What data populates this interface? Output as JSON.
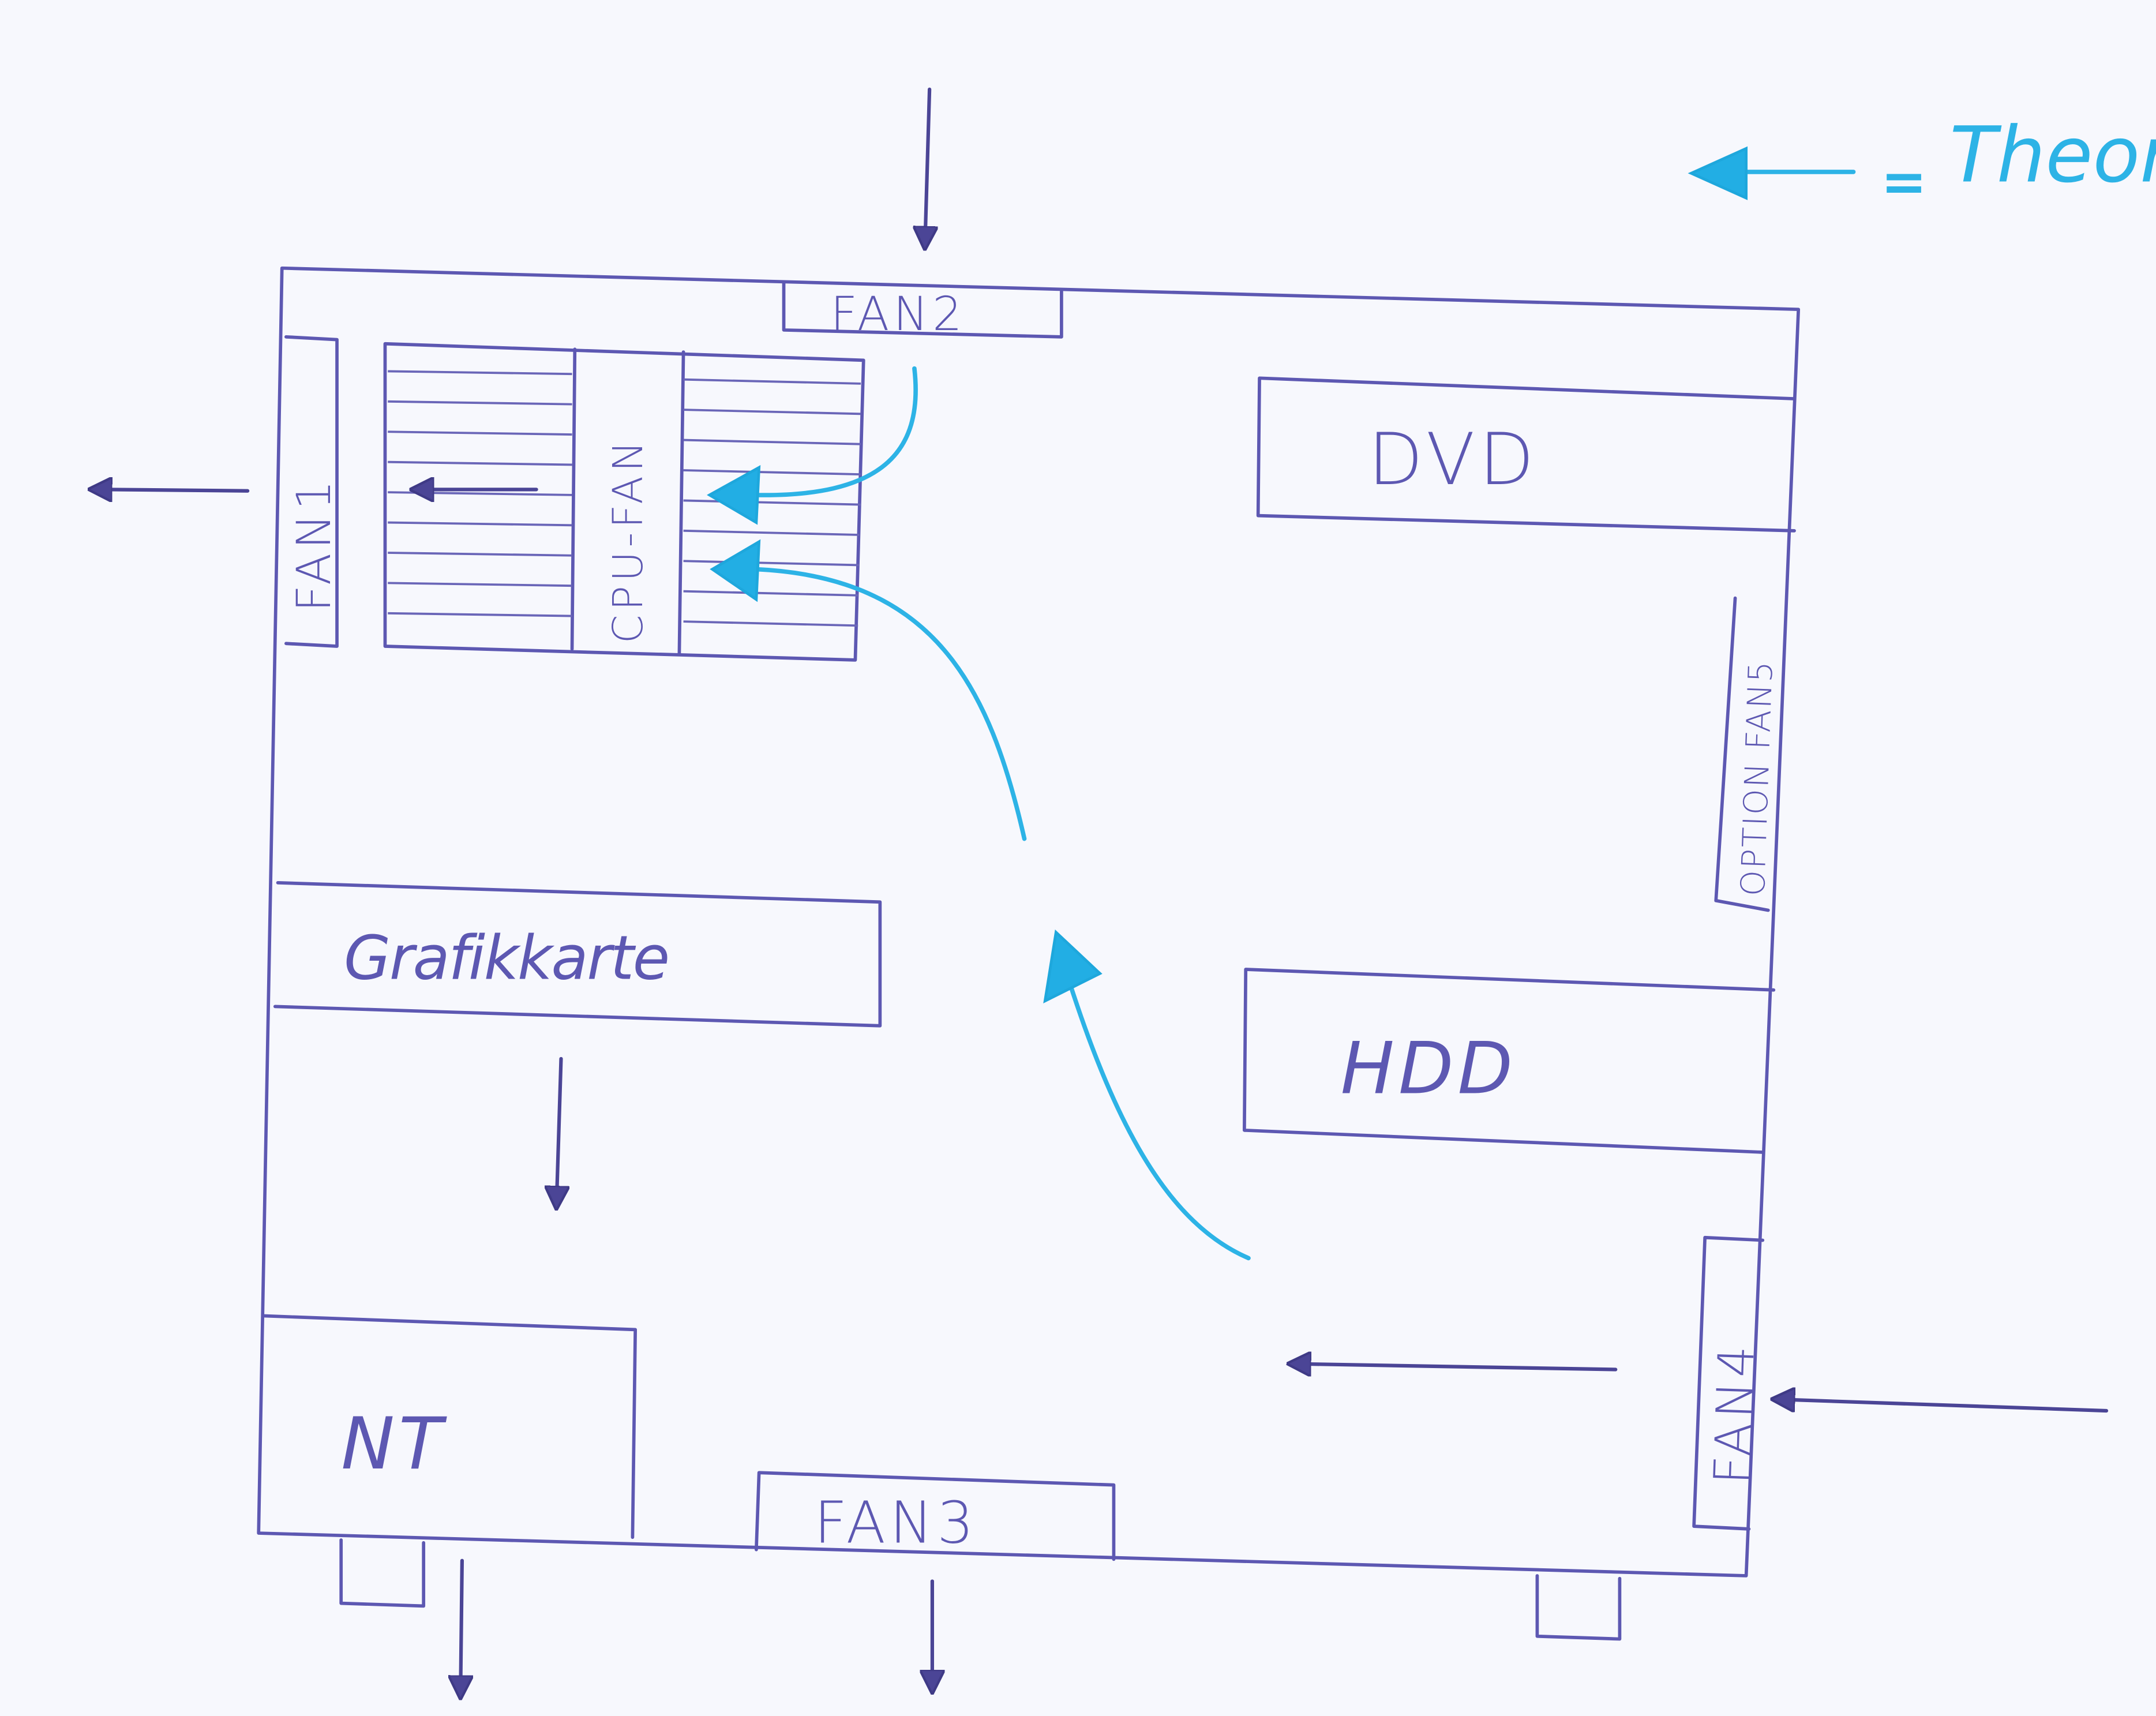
{
  "diagram": {
    "labels": {
      "fan1": "FAN1",
      "fan2": "FAN2",
      "fan3": "FAN3",
      "fan4": "FAN4",
      "option_fan5": "OPTION FAN5",
      "cpu_fan": "CPU-FAN",
      "dvd": "DVD",
      "hdd": "HDD",
      "graphics_card": "Grafikkarte",
      "psu": "NT"
    },
    "legend": {
      "equals": "=",
      "text": "Theorie"
    },
    "colors": {
      "pen": "#5d58b2",
      "theory_arrow": "#2db3e6",
      "paper": "#f7f8fd"
    }
  }
}
